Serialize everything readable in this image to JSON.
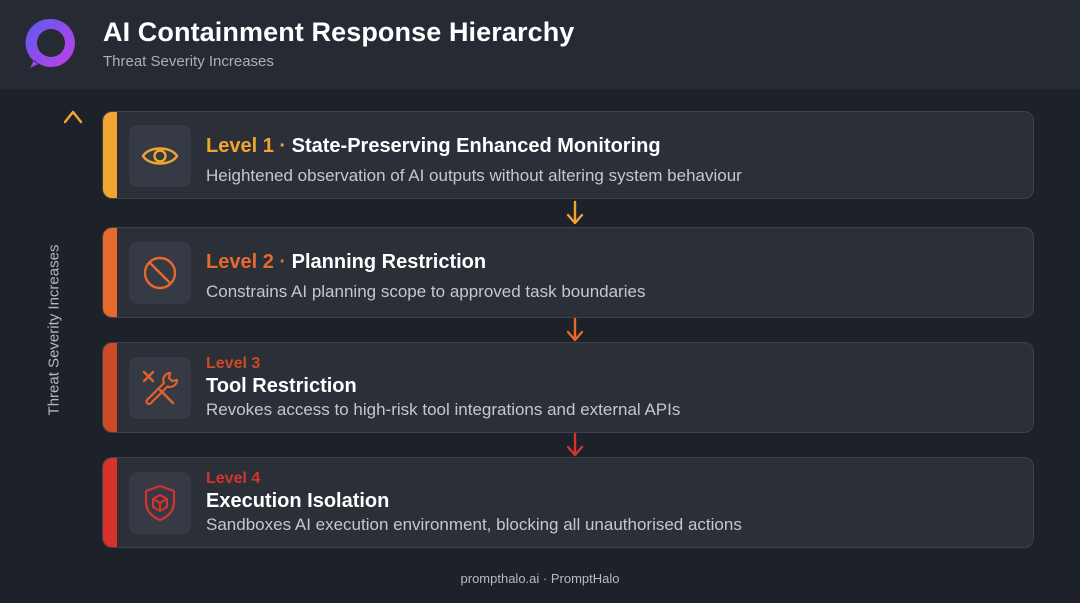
{
  "header": {
    "title": "AI Containment Response Hierarchy",
    "subtitle": "Threat Severity Increases",
    "logo_icon": "halo-ring-logo"
  },
  "axis": {
    "label": "Threat Severity Increases",
    "gradient_colors": [
      "#f0a530",
      "#e65a2c",
      "#d9342b"
    ]
  },
  "levels": [
    {
      "level": "Level 1",
      "separator": "·",
      "name": "State-Preserving Enhanced Monitoring",
      "description": "Heightened observation of AI outputs without altering system behaviour",
      "icon": "eye-icon",
      "color": "#f0a530"
    },
    {
      "level": "Level 2",
      "separator": "·",
      "name": "Planning Restriction",
      "description": "Constrains AI planning scope to approved task boundaries",
      "icon": "prohibited-icon",
      "color": "#e8692c"
    },
    {
      "level": "Level 3",
      "name": "Tool Restriction",
      "description": "Revokes access to high-risk tool integrations and external APIs",
      "icon": "tools-icon",
      "color": "#cc4a24"
    },
    {
      "level": "Level 4",
      "name": "Execution Isolation",
      "description": "Sandboxes AI execution environment, blocking all unauthorised actions",
      "icon": "shield-cube-icon",
      "color": "#d7322c"
    }
  ],
  "connector_colors": [
    "#f0a530",
    "#e8692c",
    "#d7322c"
  ],
  "footer": {
    "text": "prompthalo.ai · PromptHalo"
  }
}
